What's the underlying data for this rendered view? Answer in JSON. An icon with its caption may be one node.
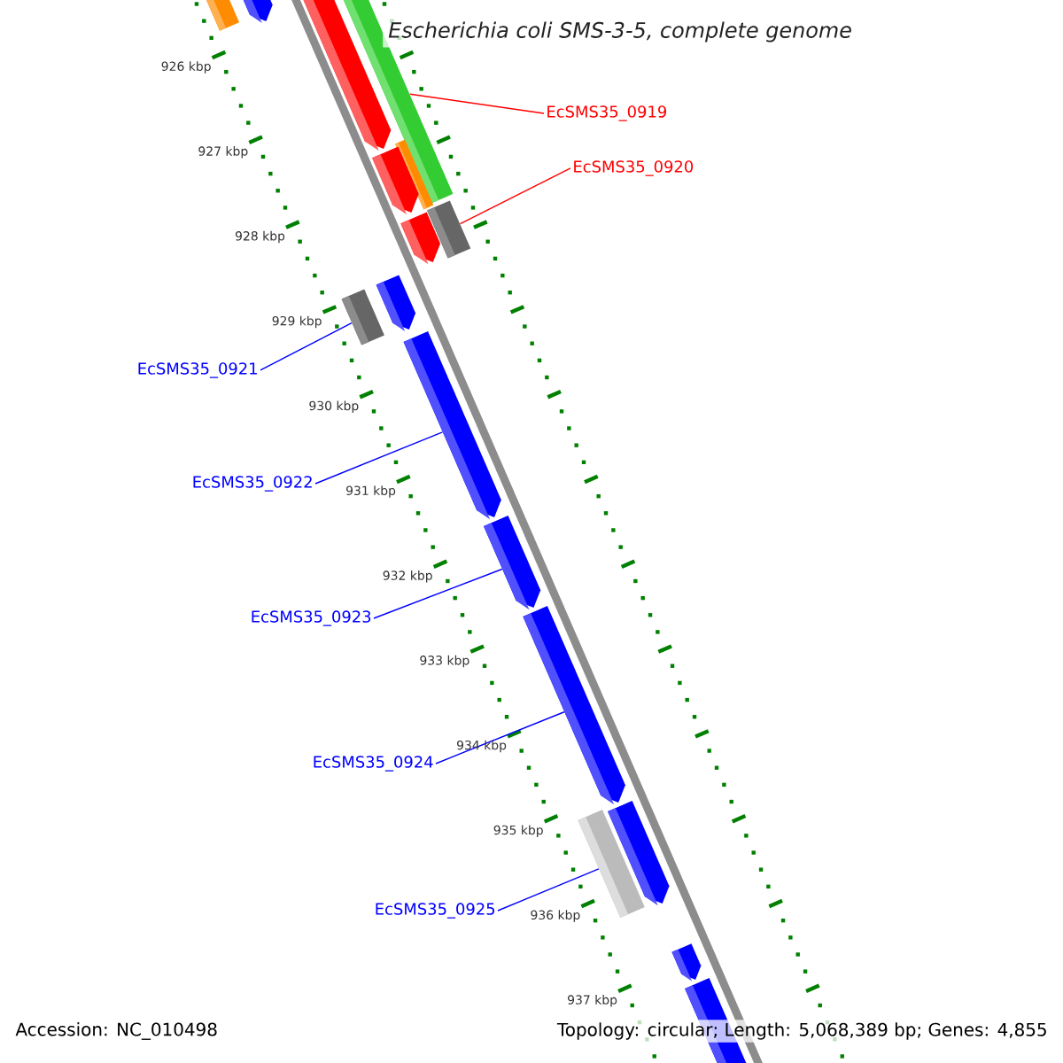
{
  "diagram": {
    "title": "Escherichia coli SMS-3-5, complete genome",
    "nodes": [
      {
        "text": [
          "EcSMS35_0919"
        ]
      },
      {
        "text": [
          "EcSMS35_0920"
        ]
      },
      {
        "text": [
          "EcSMS35_0921"
        ]
      },
      {
        "text": [
          "EcSMS35_0922"
        ]
      },
      {
        "text": [
          "EcSMS35_0923"
        ]
      },
      {
        "text": [
          "EcSMS35_0924"
        ]
      },
      {
        "text": [
          "EcSMS35_0925"
        ]
      },
      {
        "text": [],
        "shape": "bar"
      },
      {
        "text": [],
        "shape": "pentagon"
      },
      {
        "text": [],
        "shape": "pentagon"
      },
      {
        "text": [],
        "shape": "bar"
      },
      {
        "text": [],
        "shape": "bar"
      },
      {
        "text": [],
        "shape": "pentagon"
      },
      {
        "text": [],
        "shape": "bar"
      },
      {
        "text": [],
        "shape": "pentagon"
      },
      {
        "text": [],
        "shape": "pentagon"
      },
      {
        "text": [],
        "shape": "bar"
      },
      {
        "text": [],
        "shape": "pentagon"
      },
      {
        "text": [],
        "shape": "pentagon"
      },
      {
        "text": [],
        "shape": "pentagon"
      },
      {
        "text": [],
        "shape": "pentagon"
      },
      {
        "text": [],
        "shape": "bar"
      },
      {
        "text": [],
        "shape": "pentagon"
      },
      {
        "text": [],
        "shape": "pentagon"
      }
    ],
    "edges": [
      {
        "from": 0,
        "to": 10,
        "arrow": "none",
        "color": "#ff0000"
      },
      {
        "from": 1,
        "to": 13,
        "arrow": "none",
        "color": "#ff0000"
      },
      {
        "from": 2,
        "to": 16,
        "arrow": "none"
      },
      {
        "from": 3,
        "to": 17,
        "arrow": "none"
      },
      {
        "from": 4,
        "to": 18,
        "arrow": "none"
      },
      {
        "from": 5,
        "to": 19,
        "arrow": "none"
      },
      {
        "from": 6,
        "to": 21,
        "arrow": "none"
      }
    ],
    "labels": [
      "926 kbp",
      "927 kbp",
      "928 kbp",
      "929 kbp",
      "930 kbp",
      "931 kbp",
      "932 kbp",
      "933 kbp",
      "934 kbp",
      "935 kbp",
      "936 kbp",
      "937 kbp",
      "Accession: NC_010498",
      "Topology: circular; Length: 5,068,389 bp; Genes: 4,855"
    ]
  }
}
